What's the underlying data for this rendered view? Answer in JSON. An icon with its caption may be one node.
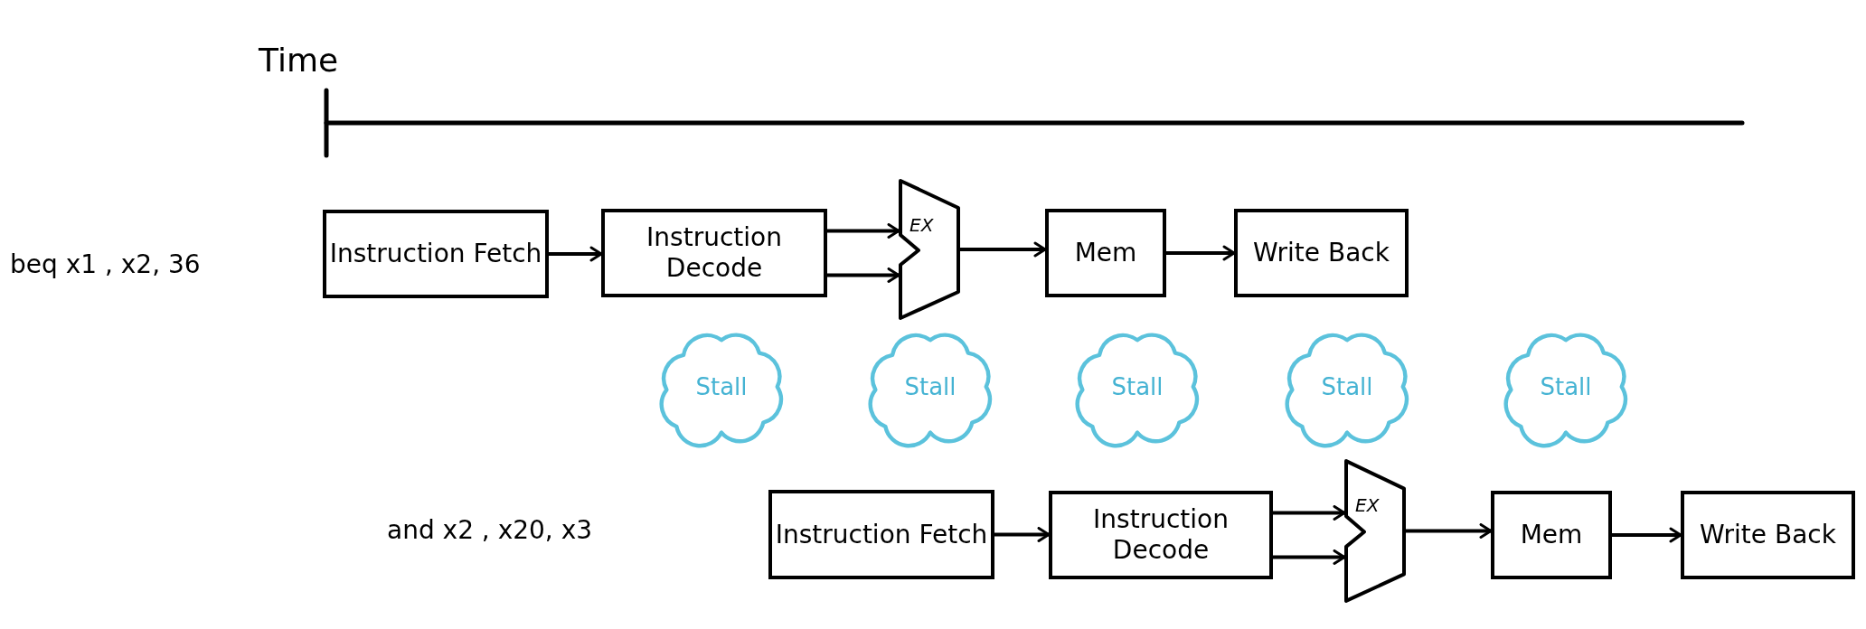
{
  "diagram": {
    "nodes": [
      {
        "text": [
          "Instruction Fetch"
        ]
      },
      {
        "text": [
          "Instruction Decode"
        ]
      },
      {
        "text": [
          "EX"
        ]
      },
      {
        "text": [
          "Mem"
        ]
      },
      {
        "text": [
          "Write Back"
        ]
      },
      {
        "text": [
          "Stall"
        ]
      },
      {
        "text": [
          "Stall"
        ]
      },
      {
        "text": [
          "Stall"
        ]
      },
      {
        "text": [
          "Stall"
        ]
      },
      {
        "text": [
          "Stall"
        ]
      },
      {
        "text": [
          "Instruction Fetch"
        ]
      },
      {
        "text": [
          "Instruction Decode"
        ]
      },
      {
        "text": [
          "EX"
        ]
      },
      {
        "text": [
          "Mem"
        ]
      },
      {
        "text": [
          "Write Back"
        ]
      }
    ],
    "edges": [
      {
        "from": 0,
        "to": 1,
        "arrow": "to"
      },
      {
        "from": 1,
        "to": 2,
        "arrow": "to"
      },
      {
        "from": 1,
        "to": 2,
        "arrow": "to"
      },
      {
        "from": 2,
        "to": 3,
        "arrow": "to"
      },
      {
        "from": 3,
        "to": 4,
        "arrow": "to"
      },
      {
        "from": 10,
        "to": 11,
        "arrow": "to"
      },
      {
        "from": 11,
        "to": 12,
        "arrow": "to"
      },
      {
        "from": 11,
        "to": 12,
        "arrow": "to"
      },
      {
        "from": 12,
        "to": 13,
        "arrow": "to"
      },
      {
        "from": 13,
        "to": 14,
        "arrow": "to"
      }
    ],
    "labels": [
      "Time",
      "beq x1 , x2, 36",
      "and x2 , x20, x3"
    ]
  }
}
